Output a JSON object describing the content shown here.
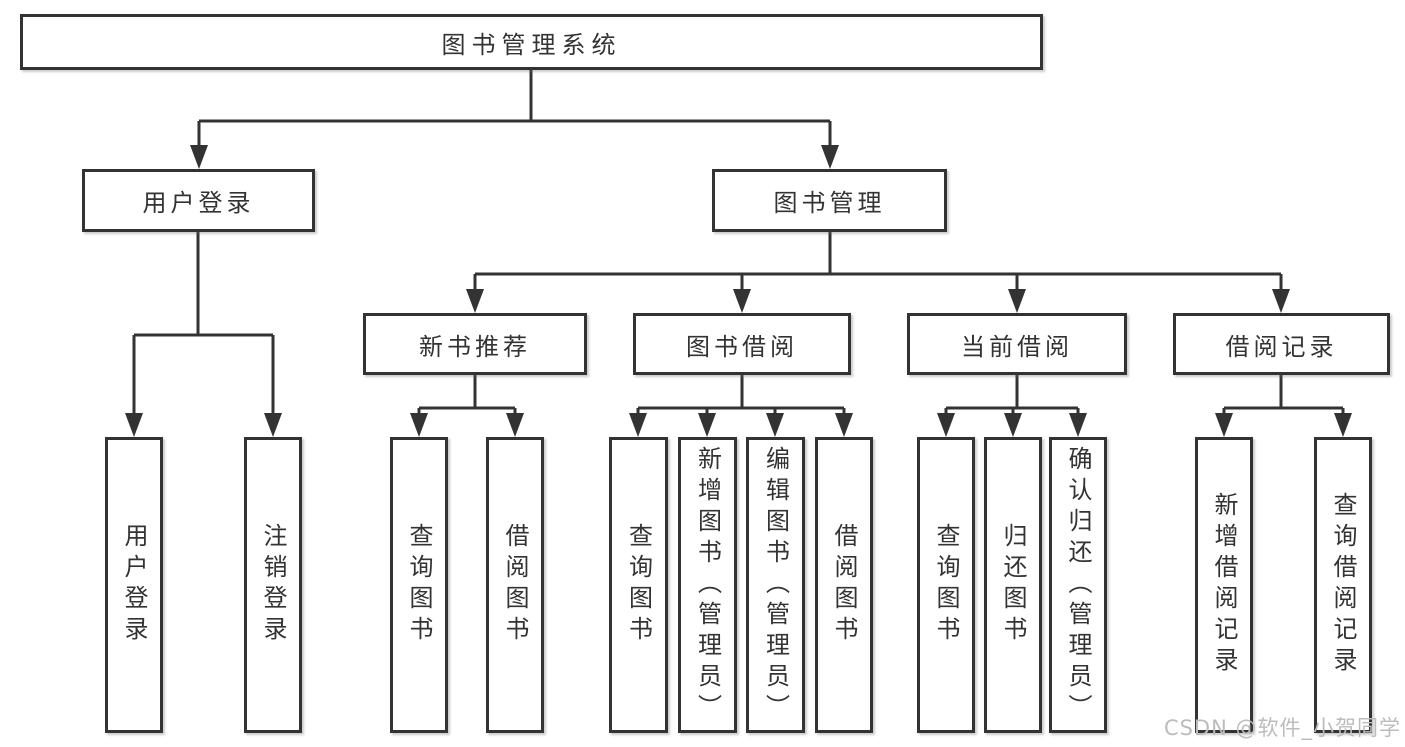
{
  "tree": {
    "root": "图书管理系统",
    "branches": [
      {
        "label": "用户登录",
        "children": [
          "用户登录",
          "注销登录"
        ]
      },
      {
        "label": "图书管理",
        "groups": [
          {
            "label": "新书推荐",
            "children": [
              "查询图书",
              "借阅图书"
            ]
          },
          {
            "label": "图书借阅",
            "children": [
              "查询图书",
              "新增图书（管理员）",
              "编辑图书（管理员）",
              "借阅图书"
            ]
          },
          {
            "label": "当前借阅",
            "children": [
              "查询图书",
              "归还图书",
              "确认归还（管理员）"
            ]
          },
          {
            "label": "借阅记录",
            "children": [
              "新增借阅记录",
              "查询借阅记录"
            ]
          }
        ]
      }
    ]
  },
  "watermark": "CSDN @软件_小贺同学",
  "colors": {
    "line": "#333333",
    "text": "#333333",
    "watermark": "#bcbcbc",
    "background": "#ffffff"
  }
}
